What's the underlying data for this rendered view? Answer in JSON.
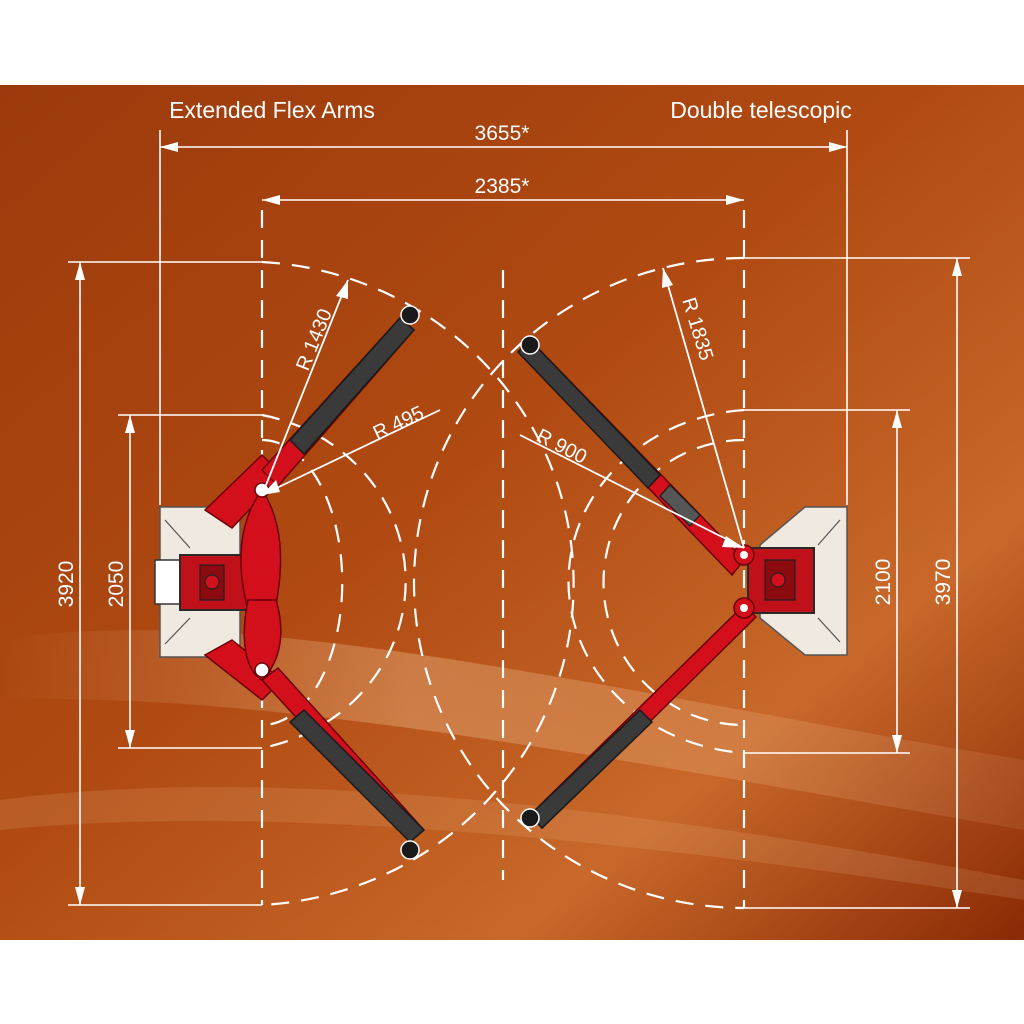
{
  "titles": {
    "left": "Extended Flex Arms",
    "right": "Double telescopic"
  },
  "dimensions": {
    "overall_width": "3655*",
    "inner_width": "2385*",
    "left_height_outer": "3920",
    "left_height_inner": "2050",
    "right_height_inner": "2100",
    "right_height_outer": "3970"
  },
  "radii": {
    "left_long": "R 1430",
    "left_short": "R 495",
    "right_long": "R 1835",
    "right_short": "R 900"
  },
  "colors": {
    "background_dark": "#8a2a05",
    "background_light": "#c8682a",
    "arm_red": "#d40f1c",
    "arm_grey": "#3a3a3a",
    "base_plate": "#efe9df",
    "line": "#ffffff"
  }
}
